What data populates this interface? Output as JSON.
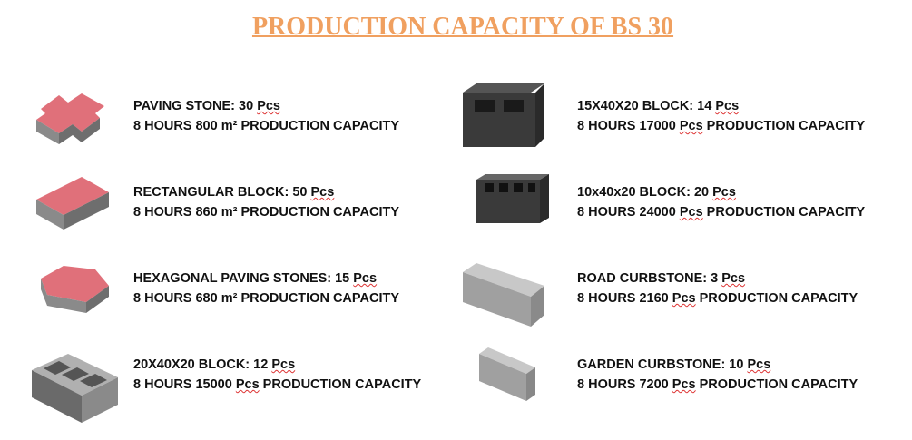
{
  "title": "PRODUCTION CAPACITY OF BS 30",
  "left": [
    {
      "name": "PAVING STONE: 30",
      "unit": "Pcs",
      "line2": "8 HOURS 800  m² PRODUCTION CAPACITY",
      "icon": "paving-stone"
    },
    {
      "name": "RECTANGULAR BLOCK: 50",
      "unit": "Pcs",
      "line2": "8 HOURS 860  m² PRODUCTION CAPACITY",
      "icon": "rectangular-block"
    },
    {
      "name": "HEXAGONAL PAVING STONES: 15",
      "unit": "Pcs",
      "line2": "8 HOURS 680  m² PRODUCTION CAPACITY",
      "icon": "hexagonal-paving-stone"
    },
    {
      "name": "20X40X20  BLOCK: 12",
      "unit": "Pcs",
      "line2a": "8 HOURS 15000 ",
      "unit2": "Pcs",
      "line2b": " PRODUCTION CAPACITY",
      "icon": "hollow-block-20"
    }
  ],
  "right": [
    {
      "name": "15X40X20  BLOCK: 14",
      "unit": "Pcs",
      "line2a": "8 HOURS 17000 ",
      "unit2": "Pcs",
      "line2b": " PRODUCTION CAPACITY",
      "icon": "hollow-block-15"
    },
    {
      "name": "10x40x20  BLOCK: 20",
      "unit": "Pcs",
      "line2a": "8 HOURS 24000 ",
      "unit2": "Pcs",
      "line2b": " PRODUCTION CAPACITY",
      "icon": "hollow-block-10"
    },
    {
      "name": "ROAD CURBSTONE: 3",
      "unit": "Pcs",
      "line2a": "8 HOURS 2160 ",
      "unit2": "Pcs",
      "line2b": " PRODUCTION CAPACITY",
      "icon": "road-curbstone"
    },
    {
      "name": "GARDEN CURBSTONE: 10",
      "unit": "Pcs",
      "line2a": "8 HOURS 7200 ",
      "unit2": "Pcs",
      "line2b": " PRODUCTION CAPACITY",
      "icon": "garden-curbstone"
    }
  ]
}
